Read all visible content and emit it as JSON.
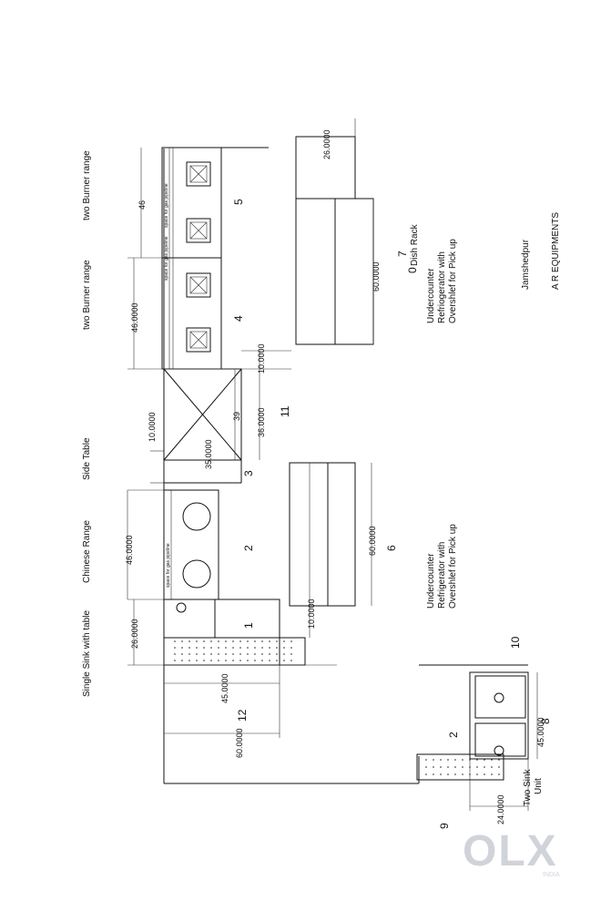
{
  "labels": {
    "single_sink": "Single Sink with table",
    "chinese_range": "Chinese Range",
    "side_table": "Side Table",
    "two_burner_1": "two Burner range",
    "two_burner_2": "two Burner range",
    "uc_fridge_6_line1": "Undercounter",
    "uc_fridge_6_line2": "Refrigerator with",
    "uc_fridge_6_line3": "Overshlef for Pick up",
    "uc_fridge_7_line1": "Undercounter",
    "uc_fridge_7_line2": "Refriogerator with",
    "uc_fridge_7_line3": "Overshlef for Pick up",
    "dish_rack": "Dish Rack",
    "two_sink_line1": "Two Sink",
    "two_sink_line2": "Unit",
    "location": "Jamshedpur",
    "company": "A R EQUIPMENTS",
    "gas_pipeline_1": "space for gas pipeline",
    "gas_pipeline_2": "space for gas pipeline",
    "gas_pipeline_3": "space for gas pipeline"
  },
  "numbers": {
    "n1": "1",
    "n2": "2",
    "n3": "3",
    "n4": "4",
    "n5": "5",
    "n6": "6",
    "n7": "7",
    "n8": "8",
    "n9": "9",
    "n10": "10",
    "n11": "11",
    "n12": "12",
    "n0": "0",
    "n2b": "2"
  },
  "dimensions": {
    "d26_sink": "26.0000",
    "d45_sink": "45.0000",
    "d60_left": "60.0000",
    "d46_chinese": "46.0000",
    "d10_side": "10.0000",
    "d35_side": "35.0000",
    "d39_side": "39",
    "d36_side": "36.0000",
    "d10_right": "10.0000",
    "d46_burner": "46.0000",
    "d46_short": "46",
    "d26_rack": "26.0000",
    "d60_rack": "60.0000",
    "d60_fridge6": "60.0000",
    "d10_fridge6": "10.0000",
    "d45_twosink": "45.0000",
    "d24_twosink": "24.0000"
  },
  "watermark": {
    "brand": "OLX",
    "region": "INDIA"
  }
}
